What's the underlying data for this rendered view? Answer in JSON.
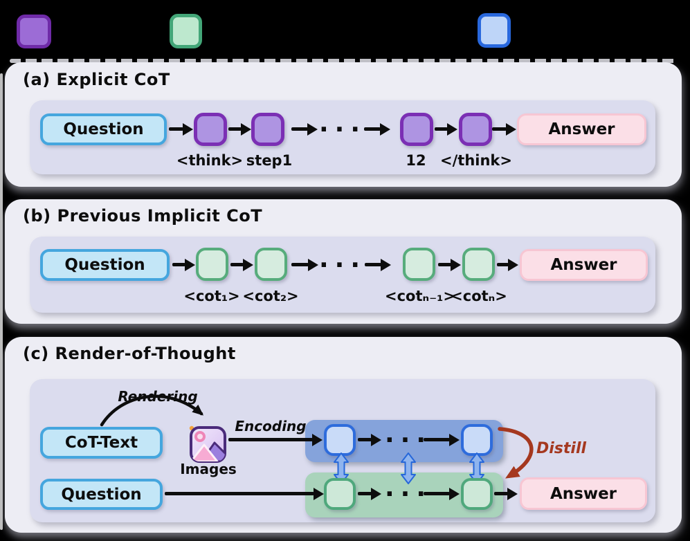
{
  "legend": {
    "swatches": [
      {
        "name": "purple-token-swatch",
        "fill": "#9C6CD6",
        "border": "#6F2BA8"
      },
      {
        "name": "green-token-swatch",
        "fill": "#BDE8CE",
        "border": "#43A678"
      },
      {
        "name": "blue-token-swatch",
        "fill": "#BED5F8",
        "border": "#2968DD"
      }
    ]
  },
  "panel_a": {
    "title": "(a) Explicit CoT",
    "question": "Question",
    "answer": "Answer",
    "ellipsis": "···",
    "token_labels": [
      "<think>",
      "step1",
      "12",
      "</think>"
    ]
  },
  "panel_b": {
    "title": "(b) Previous Implicit CoT",
    "question": "Question",
    "answer": "Answer",
    "ellipsis": "···",
    "token_labels": [
      "<cot₁>",
      "<cot₂>",
      "<cotₙ₋₁>",
      "<cotₙ>"
    ]
  },
  "panel_c": {
    "title": "(c) Render-of-Thought",
    "cot_text": "CoT-Text",
    "images": "Images",
    "rendering": "Rendering",
    "encoding": "Encoding",
    "distill": "Distill",
    "question": "Question",
    "answer": "Answer",
    "ellipsis_vision": "···",
    "ellipsis_text": "···"
  },
  "colors": {
    "background": "#000000",
    "panel_outer": "#EDEDF4",
    "panel_inner": "#DBDCEE",
    "question_fill": "#C3E6F7",
    "question_border": "#45A6DE",
    "answer_fill": "#FBDFE7",
    "answer_border": "#F7C6D3",
    "purple_token_fill": "#AE94E2",
    "purple_token_border": "#7B2FB4",
    "green_token_fill": "#D6ECDF",
    "green_token_border": "#57AC7C",
    "blue_token_fill": "#C9DBF8",
    "blue_token_border": "#2E6CDC",
    "vision_band": "#85A3DB",
    "text_band": "#A9D3BB",
    "distill_red": "#A5381F",
    "arrow_black": "#0d0d0d"
  }
}
